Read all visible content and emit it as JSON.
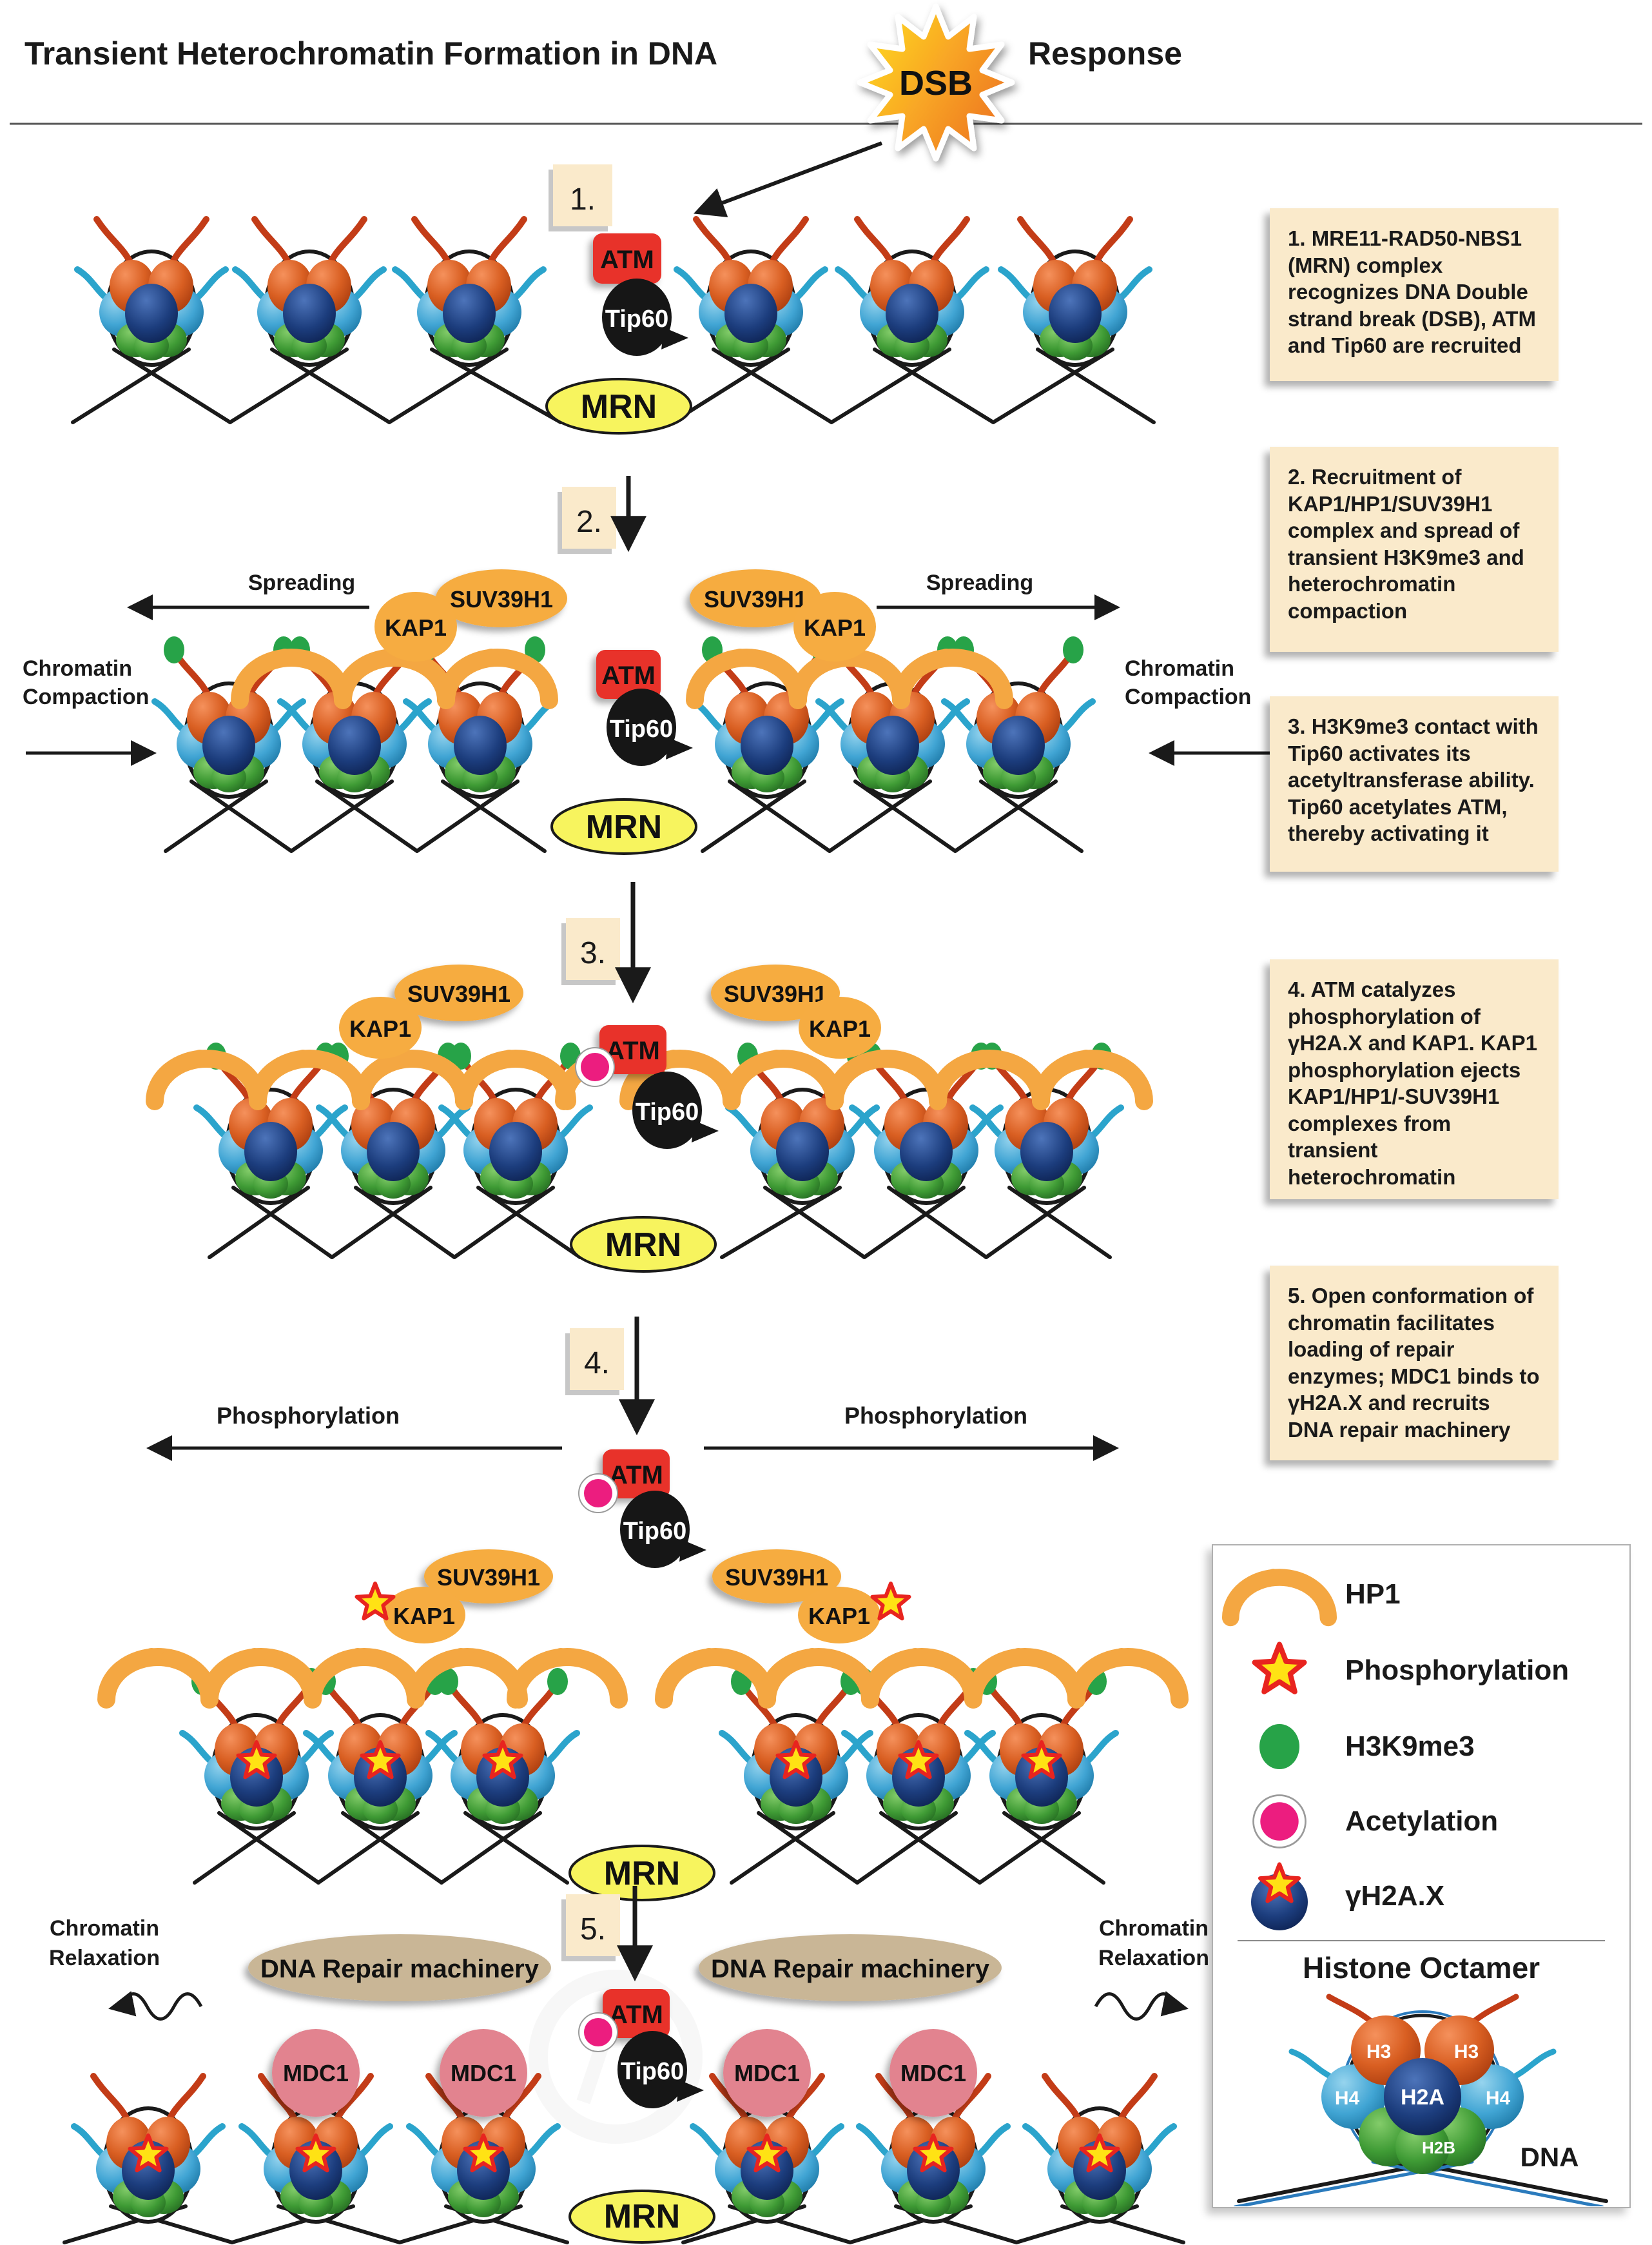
{
  "title": {
    "main": "Transient Heterochromatin Formation in DNA",
    "dsb": "DSB",
    "suffix": "Response"
  },
  "labels": {
    "atm": "ATM",
    "tip60": "Tip60",
    "mrn": "MRN",
    "suv39h1": "SUV39H1",
    "kap1": "KAP1",
    "mdc1": "MDC1",
    "spreading": "Spreading",
    "chromatin": "Chromatin",
    "compaction": "Compaction",
    "relaxation": "Relaxation",
    "phosphorylation": "Phosphorylation",
    "dna_repair_machinery": "DNA Repair machinery"
  },
  "steps": [
    {
      "num": "1.",
      "text": "1. MRE11-RAD50-NBS1 (MRN) complex recognizes DNA Double strand break (DSB), ATM and Tip60 are recruited"
    },
    {
      "num": "2.",
      "text": "2. Recruitment of KAP1/HP1/SUV39H1 complex and spread of transient H3K9me3 and heterochromatin compaction"
    },
    {
      "num": "3.",
      "text": "3. H3K9me3 contact with Tip60 activates its acetyltransferase ability. Tip60 acetylates ATM, thereby activating it"
    },
    {
      "num": "4.",
      "text": "4. ATM catalyzes phosphorylation of γH2A.X and KAP1. KAP1 phosphorylation ejects KAP1/HP1/-SUV39H1 complexes from transient heterochromatin"
    },
    {
      "num": "5.",
      "text": "5. Open conformation of chromatin facilitates loading of repair enzymes; MDC1 binds to γH2A.X and recruits DNA repair machinery"
    }
  ],
  "legend": {
    "items": [
      {
        "icon": "hp1-arc-icon",
        "label": "HP1"
      },
      {
        "icon": "phosphorylation-star-icon",
        "label": "Phosphorylation"
      },
      {
        "icon": "h3k9me3-dot-icon",
        "label": "H3K9me3"
      },
      {
        "icon": "acetylation-dot-icon",
        "label": "Acetylation"
      },
      {
        "icon": "gamma-h2ax-icon",
        "label": "γH2A.X"
      }
    ],
    "octamer_title": "Histone Octamer",
    "histones": {
      "h3": "H3",
      "h4": "H4",
      "h2a": "H2A",
      "h2b": "H2B"
    },
    "dna_label": "DNA"
  },
  "colors": {
    "atm_red": "#e8302a",
    "mrn_yellow": "#f7f45e",
    "hp1_orange": "#f4a742",
    "complex_orange": "#f6ac41",
    "h3k9me3_green": "#27a348",
    "acetylation_pink": "#ec1d7f",
    "star_yellow": "#ffe214",
    "star_outline_red": "#e8241f",
    "mdc1_pink": "#e2838f",
    "repair_tan": "#c9b696",
    "note_beige": "#faeacb",
    "h3_orange": "#d95f22",
    "h4_blue": "#41a5d4",
    "h2a_navy": "#1c3d7d",
    "h2b_green": "#3f9b35"
  }
}
